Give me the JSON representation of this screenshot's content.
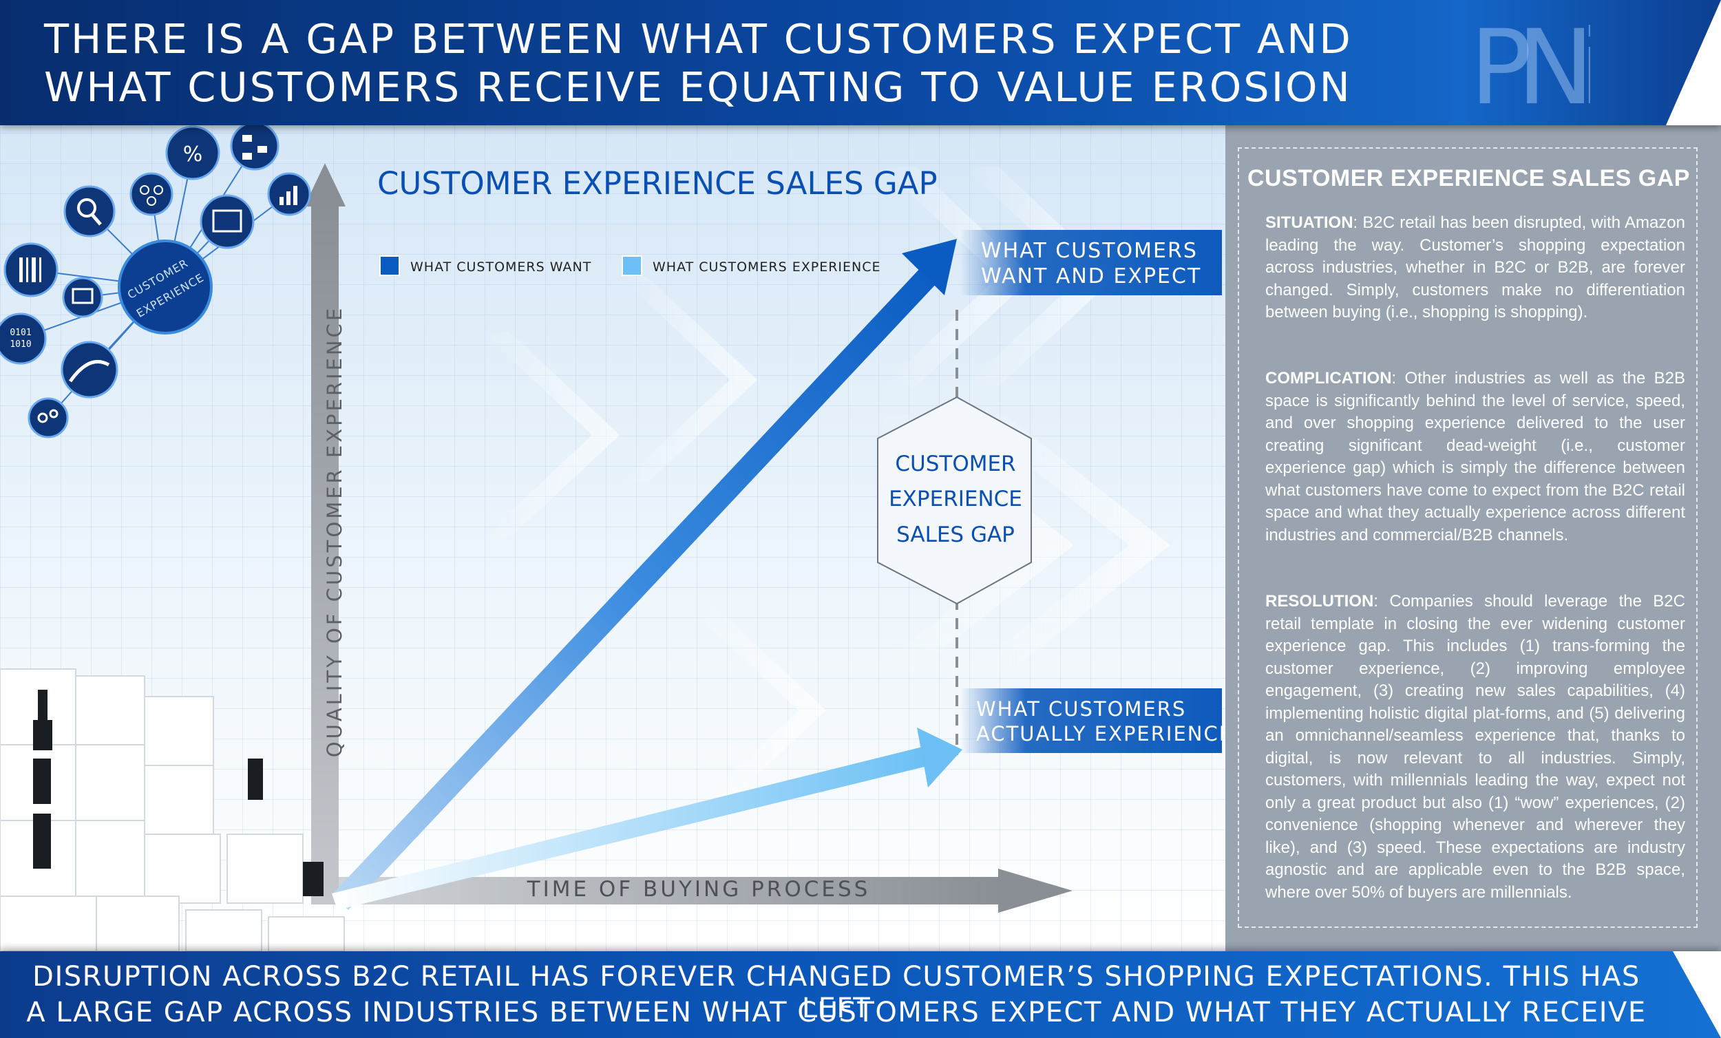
{
  "header": {
    "title": "THERE IS A GAP BETWEEN WHAT CUSTOMERS EXPECT AND\nWHAT CUSTOMERS RECEIVE EQUATING TO VALUE EROSION",
    "logo_text": "PNi"
  },
  "diagram": {
    "title": "CUSTOMER EXPERIENCE SALES GAP",
    "legend": [
      {
        "label": "WHAT CUSTOMERS WANT",
        "color": "#0b5cc2"
      },
      {
        "label": "WHAT CUSTOMERS EXPERIENCE",
        "color": "#6cc0f5"
      }
    ],
    "y_axis_label": "QUALITY OF CUSTOMER EXPERIENCE",
    "x_axis_label": "TIME OF BUYING PROCESS",
    "want_label": [
      "WHAT CUSTOMERS",
      "WANT AND EXPECT"
    ],
    "experience_label": [
      "WHAT CUSTOMERS",
      "ACTUALLY EXPERIENCE"
    ],
    "gap_label": [
      "CUSTOMER",
      "EXPERIENCE",
      "SALES GAP"
    ],
    "hub_label": [
      "CUSTOMER",
      "EXPERIENCE"
    ],
    "hub_icons": [
      "chart-icon",
      "flowchart-icon",
      "bar-chart-icon",
      "document-icon",
      "people-icon",
      "search-icon",
      "barcode-icon",
      "monitor-icon",
      "binary-icon",
      "growth-icon",
      "link-icon"
    ],
    "colors": {
      "want": "#0b5cc2",
      "experience": "#6cc0f5",
      "axis": "#8e939a",
      "label_bar": "#0e5bbd",
      "title": "#0a4fb4"
    }
  },
  "panel": {
    "title": "CUSTOMER EXPERIENCE SALES GAP",
    "situation": {
      "heading": "SITUATION",
      "text": ": B2C retail has been disrupted, with Amazon leading the way. Customer’s shopping expectation across industries, whether in B2C or B2B, are forever changed. Simply, customers make no differentiation between buying (i.e., shopping is shopping)."
    },
    "complication": {
      "heading": "COMPLICATION",
      "text": ": Other industries as well as the B2B space is significantly behind the level of service, speed, and over shopping experience delivered to the user creating significant dead-weight (i.e., customer experience gap) which is simply the difference between what customers have come to expect from the B2C retail space and what they actually experience across different industries and commercial/B2B channels."
    },
    "resolution": {
      "heading": "RESOLUTION",
      "text": ": Companies should leverage the B2C retail template in closing the ever widening customer experience gap. This includes (1) trans-forming the customer experience, (2) improving employee engagement, (3) creating new sales capabilities, (4) implementing holistic digital plat-forms, and (5) delivering an omnichannel/seamless experience that, thanks to digital, is now relevant to all industries. Simply, customers, with millennials leading the way, expect not only a great product but also (1) “wow” experiences, (2) convenience (shopping whenever and wherever they like), and (3) speed. These expectations are industry agnostic and are applicable even to the B2B space, where over 50% of buyers are millennials."
    }
  },
  "footer": {
    "line1": "DISRUPTION ACROSS B2C RETAIL HAS FOREVER CHANGED CUSTOMER’S SHOPPING EXPECTATIONS. THIS HAS LEFT",
    "line2": "A LARGE GAP ACROSS INDUSTRIES BETWEEN WHAT CUSTOMERS EXPECT AND WHAT THEY ACTUALLY RECEIVE"
  }
}
